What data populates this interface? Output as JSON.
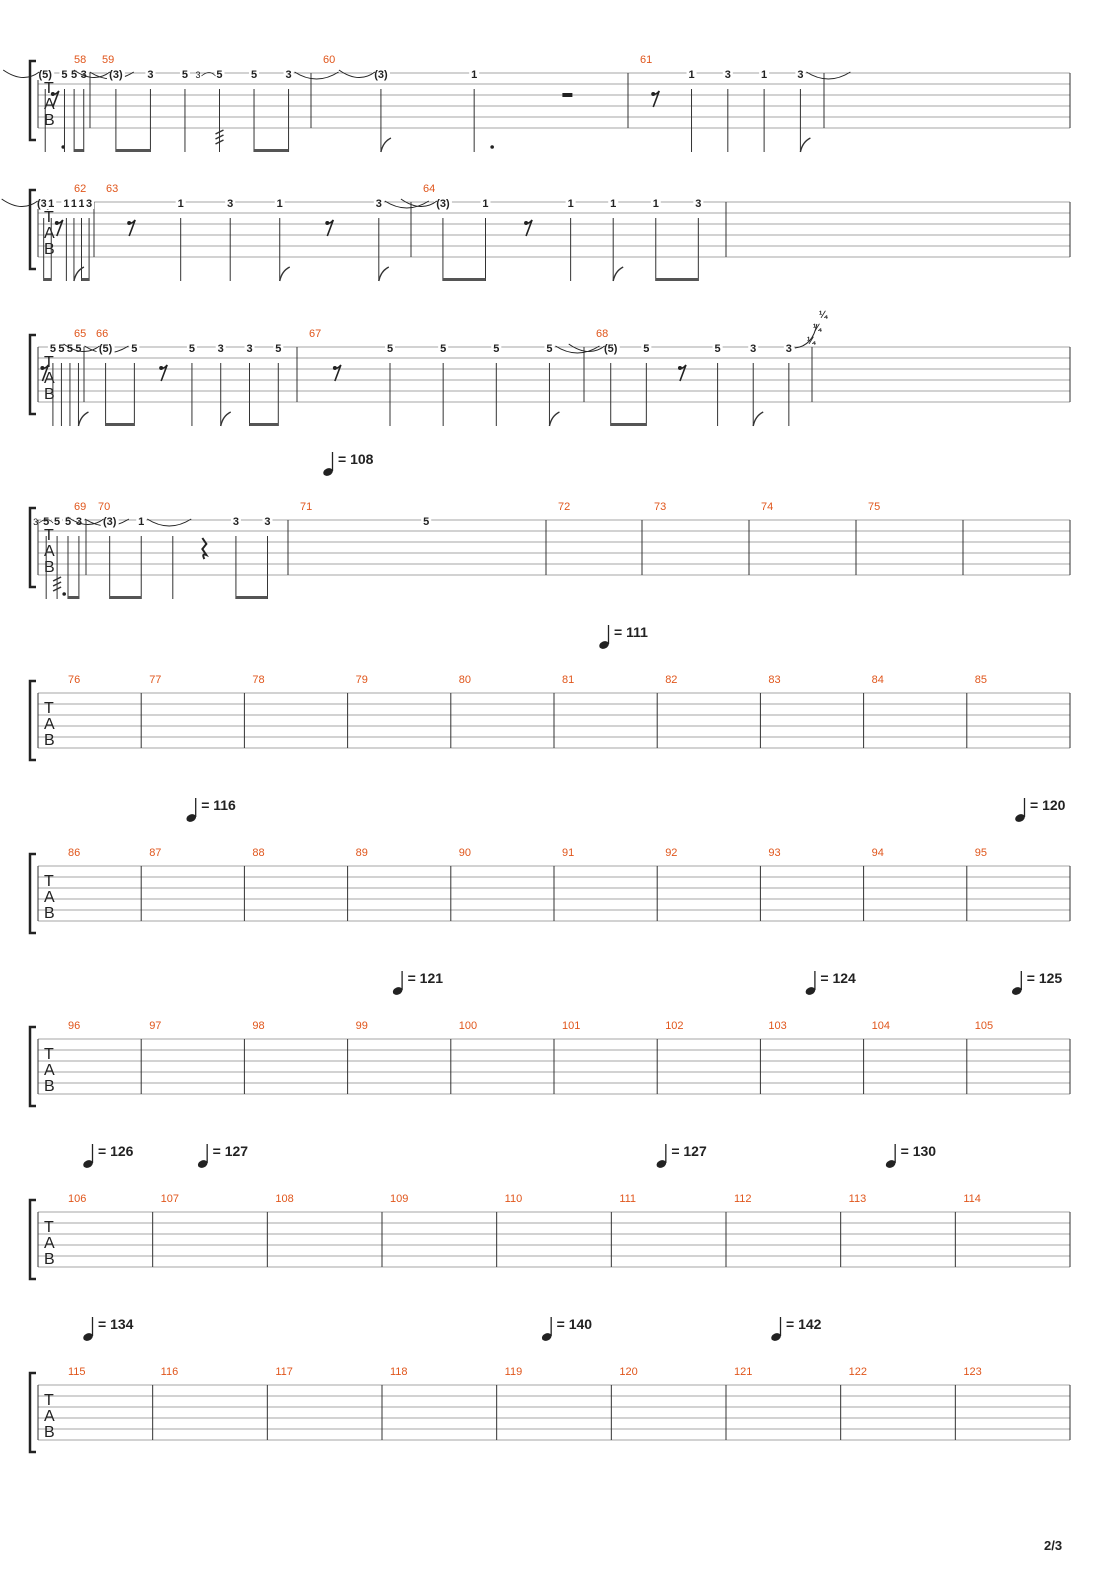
{
  "page": {
    "number": "2/3"
  },
  "tab_label": [
    "T",
    "A",
    "B"
  ],
  "systems": [
    {
      "measures": [
        {
          "number": "58",
          "notes": [
            {
              "fret": "(5)",
              "dur": "q.",
              "tie_in": true
            },
            {
              "rest": "eighth"
            },
            {
              "fret": "5",
              "dur": "q"
            },
            {
              "fret": "5",
              "dur": "8",
              "beam": "a"
            },
            {
              "fret": "3",
              "dur": "8",
              "beam": "a",
              "tie_out": true
            }
          ]
        },
        {
          "number": "59",
          "notes": [
            {
              "fret": "(3)",
              "dur": "8",
              "beam": "a",
              "tie_in": true
            },
            {
              "fret": "3",
              "dur": "8",
              "beam": "a"
            },
            {
              "fret": "5",
              "dur": "q"
            },
            {
              "fret": "5",
              "dur": "trem",
              "slide_from": "3"
            },
            {
              "fret": "5",
              "dur": "8",
              "beam": "b"
            },
            {
              "fret": "3",
              "dur": "8",
              "beam": "b",
              "tie_out": true
            }
          ]
        },
        {
          "number": "60",
          "notes": [
            {
              "fret": "(3)",
              "dur": "8f",
              "tie_in": true
            },
            {
              "fret": "1",
              "dur": "q."
            },
            {
              "rest": "half"
            }
          ]
        },
        {
          "number": "61",
          "notes": [
            {
              "rest": "eighth"
            },
            {
              "fret": "1",
              "dur": "q"
            },
            {
              "fret": "3",
              "dur": "q"
            },
            {
              "fret": "1",
              "dur": "q"
            },
            {
              "fret": "3",
              "dur": "8f",
              "tie_out": true
            }
          ]
        }
      ]
    },
    {
      "measures": [
        {
          "number": "62",
          "notes": [
            {
              "fret": "(3)",
              "dur": "8",
              "beam": "a",
              "tie_in": true
            },
            {
              "fret": "1",
              "dur": "8",
              "beam": "a"
            },
            {
              "rest": "eighth"
            },
            {
              "fret": "1",
              "dur": "q"
            },
            {
              "fret": "1",
              "dur": "8f"
            },
            {
              "fret": "1",
              "dur": "8",
              "beam": "b"
            },
            {
              "fret": "3",
              "dur": "8",
              "beam": "b"
            }
          ]
        },
        {
          "number": "63",
          "notes": [
            {
              "rest": "eighth"
            },
            {
              "fret": "1",
              "dur": "q"
            },
            {
              "fret": "3",
              "dur": "q"
            },
            {
              "fret": "1",
              "dur": "8f"
            },
            {
              "rest": "eighth"
            },
            {
              "fret": "3",
              "dur": "8f",
              "tie_out": true
            }
          ]
        },
        {
          "number": "64",
          "notes": [
            {
              "fret": "(3)",
              "dur": "8",
              "beam": "a",
              "tie_in": true
            },
            {
              "fret": "1",
              "dur": "8",
              "beam": "a"
            },
            {
              "rest": "eighth"
            },
            {
              "fret": "1",
              "dur": "q"
            },
            {
              "fret": "1",
              "dur": "8f"
            },
            {
              "fret": "1",
              "dur": "8",
              "beam": "b"
            },
            {
              "fret": "3",
              "dur": "8",
              "beam": "b"
            }
          ]
        }
      ]
    },
    {
      "measures": [
        {
          "number": "65",
          "notes": [
            {
              "rest": "eighth"
            },
            {
              "fret": "5",
              "dur": "q"
            },
            {
              "fret": "5",
              "dur": "q"
            },
            {
              "fret": "5",
              "dur": "q"
            },
            {
              "fret": "5",
              "dur": "8f",
              "tie_out": true
            }
          ]
        },
        {
          "number": "66",
          "notes": [
            {
              "fret": "(5)",
              "dur": "8",
              "beam": "a",
              "tie_in": true
            },
            {
              "fret": "5",
              "dur": "8",
              "beam": "a"
            },
            {
              "rest": "eighth"
            },
            {
              "fret": "5",
              "dur": "q"
            },
            {
              "fret": "3",
              "dur": "8f"
            },
            {
              "fret": "3",
              "dur": "8",
              "beam": "b"
            },
            {
              "fret": "5",
              "dur": "8",
              "beam": "b"
            }
          ]
        },
        {
          "number": "67",
          "notes": [
            {
              "rest": "eighth"
            },
            {
              "fret": "5",
              "dur": "q"
            },
            {
              "fret": "5",
              "dur": "q"
            },
            {
              "fret": "5",
              "dur": "q"
            },
            {
              "fret": "5",
              "dur": "8f",
              "tie_out": true
            }
          ]
        },
        {
          "number": "68",
          "notes": [
            {
              "fret": "(5)",
              "dur": "8",
              "beam": "a",
              "tie_in": true
            },
            {
              "fret": "5",
              "dur": "8",
              "beam": "a"
            },
            {
              "rest": "eighth"
            },
            {
              "fret": "5",
              "dur": "q"
            },
            {
              "fret": "3",
              "dur": "8f"
            },
            {
              "fret": "3",
              "dur": "q",
              "bend": [
                "¼",
                "¼",
                "¼"
              ]
            }
          ]
        }
      ]
    },
    {
      "tempos": [
        {
          "value": "= 108",
          "at_measure": 2
        }
      ],
      "measures": [
        {
          "number": "69",
          "notes": [
            {
              "fret": "5",
              "dur": "q."
            },
            {
              "fret": "5",
              "dur": "trem",
              "slide_from": "3"
            },
            {
              "fret": "5",
              "dur": "8",
              "beam": "a"
            },
            {
              "fret": "3",
              "dur": "8",
              "beam": "a",
              "tie_out": true
            }
          ]
        },
        {
          "number": "70",
          "notes": [
            {
              "fret": "(3)",
              "dur": "8",
              "beam": "a",
              "tie_in": true
            },
            {
              "fret": "1",
              "dur": "8",
              "beam": "a",
              "tie_out": true
            },
            {
              "fret": "",
              "dur": "q"
            },
            {
              "rest": "quarter"
            },
            {
              "fret": "3",
              "dur": "8",
              "beam": "b"
            },
            {
              "fret": "3",
              "dur": "8",
              "beam": "b"
            }
          ]
        },
        {
          "number": "71",
          "notes": [
            {
              "fret": "5",
              "dur": "none"
            }
          ]
        },
        {
          "number": "72",
          "notes": []
        },
        {
          "number": "73",
          "notes": []
        },
        {
          "number": "74",
          "notes": []
        },
        {
          "number": "75",
          "notes": []
        }
      ]
    },
    {
      "tempos": [
        {
          "value": "= 111",
          "at_measure": 5
        }
      ],
      "measures": [
        {
          "number": "76"
        },
        {
          "number": "77"
        },
        {
          "number": "78"
        },
        {
          "number": "79"
        },
        {
          "number": "80"
        },
        {
          "number": "81"
        },
        {
          "number": "82"
        },
        {
          "number": "83"
        },
        {
          "number": "84"
        },
        {
          "number": "85"
        }
      ]
    },
    {
      "tempos": [
        {
          "value": "= 116",
          "at_measure": 1
        },
        {
          "value": "= 120",
          "at_measure": 10
        }
      ],
      "measures": [
        {
          "number": "86"
        },
        {
          "number": "87"
        },
        {
          "number": "88"
        },
        {
          "number": "89"
        },
        {
          "number": "90"
        },
        {
          "number": "91"
        },
        {
          "number": "92"
        },
        {
          "number": "93"
        },
        {
          "number": "94"
        },
        {
          "number": "95"
        }
      ]
    },
    {
      "tempos": [
        {
          "value": "= 121",
          "at_measure": 3
        },
        {
          "value": "= 124",
          "at_measure": 7
        },
        {
          "value": "= 125",
          "at_measure": 9
        }
      ],
      "measures": [
        {
          "number": "96"
        },
        {
          "number": "97"
        },
        {
          "number": "98"
        },
        {
          "number": "99"
        },
        {
          "number": "100"
        },
        {
          "number": "101"
        },
        {
          "number": "102"
        },
        {
          "number": "103"
        },
        {
          "number": "104"
        },
        {
          "number": "105"
        }
      ]
    },
    {
      "tempos": [
        {
          "value": "= 126",
          "at_measure": 0
        },
        {
          "value": "= 127",
          "at_measure": 1
        },
        {
          "value": "= 127",
          "at_measure": 5
        },
        {
          "value": "= 130",
          "at_measure": 7
        }
      ],
      "measures": [
        {
          "number": "106"
        },
        {
          "number": "107"
        },
        {
          "number": "108"
        },
        {
          "number": "109"
        },
        {
          "number": "110"
        },
        {
          "number": "111"
        },
        {
          "number": "112"
        },
        {
          "number": "113"
        },
        {
          "number": "114"
        }
      ]
    },
    {
      "tempos": [
        {
          "value": "= 134",
          "at_measure": 0
        },
        {
          "value": "= 140",
          "at_measure": 4
        },
        {
          "value": "= 142",
          "at_measure": 6
        }
      ],
      "measures": [
        {
          "number": "115"
        },
        {
          "number": "116"
        },
        {
          "number": "117"
        },
        {
          "number": "118"
        },
        {
          "number": "119"
        },
        {
          "number": "120"
        },
        {
          "number": "121"
        },
        {
          "number": "122"
        },
        {
          "number": "123"
        }
      ]
    }
  ]
}
